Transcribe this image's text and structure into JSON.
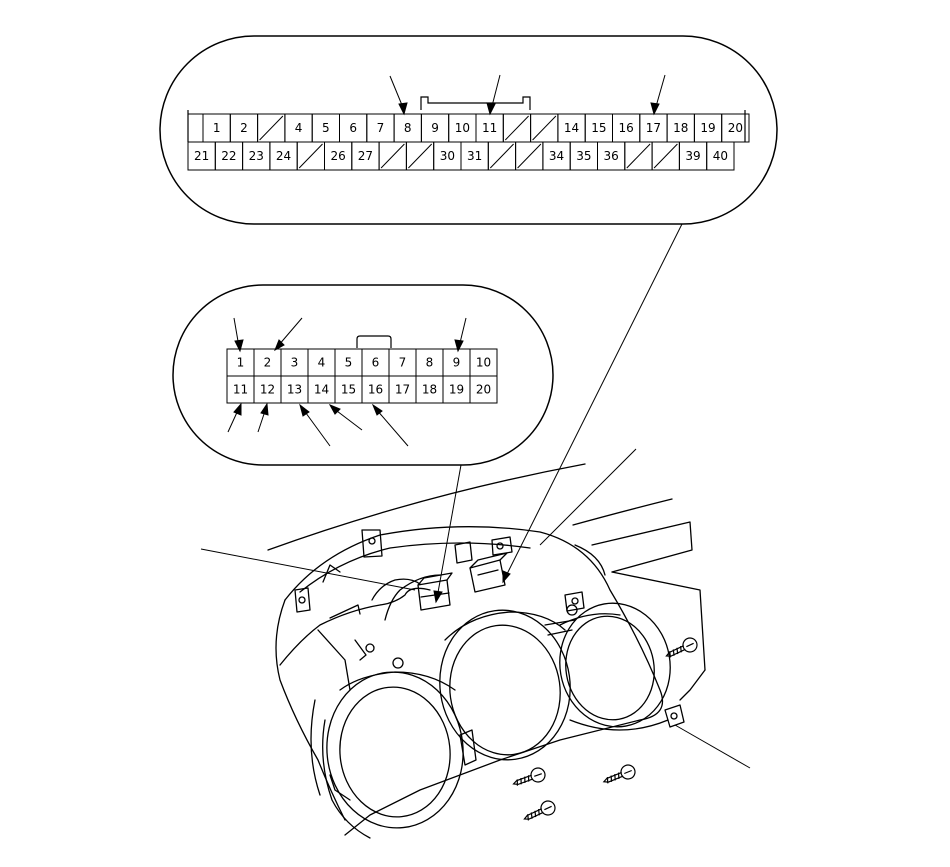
{
  "connector_40": {
    "row1": [
      "",
      "1",
      "2",
      "/",
      "4",
      "5",
      "6",
      "7",
      "8",
      "9",
      "10",
      "11",
      "/",
      "/",
      "14",
      "15",
      "16",
      "17",
      "18",
      "19",
      "20"
    ],
    "row2": [
      "21",
      "22",
      "23",
      "24",
      "/",
      "26",
      "27",
      "/",
      "/",
      "30",
      "31",
      "/",
      "/",
      "34",
      "35",
      "36",
      "/",
      "/",
      "39",
      "40"
    ]
  },
  "connector_20": {
    "row1": [
      "1",
      "2",
      "3",
      "4",
      "5",
      "6",
      "7",
      "8",
      "9",
      "10"
    ],
    "row2": [
      "11",
      "12",
      "13",
      "14",
      "15",
      "16",
      "17",
      "18",
      "19",
      "20"
    ]
  },
  "colors": {
    "line": "#000000",
    "background": "#ffffff"
  }
}
